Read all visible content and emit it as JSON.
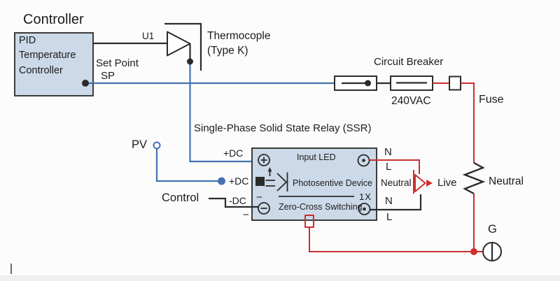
{
  "colors": {
    "background": "#fcfcfc",
    "bottom_strip": "#efeef0",
    "wire_blue": "#4273b0",
    "wire_red": "#cc2f2f",
    "wire_black": "#2b2b2b",
    "component_fill": "#ccd9e8",
    "box_border": "#3c3c3c",
    "text": "#1c1c1c"
  },
  "controller": {
    "title": "Controller",
    "line1": "PID",
    "line2": "Temperature",
    "line3": "Controller",
    "set_point": "Set Point",
    "sp": "SP",
    "u1": "U1"
  },
  "thermocouple": {
    "name": "Thermocople",
    "type": "(Type K)"
  },
  "mains": {
    "circuit_breaker": "Circuit Breaker",
    "voltage": "240VAC",
    "fuse": "Fuse",
    "neutral": "Neutral",
    "ground": "G"
  },
  "ssr": {
    "title": "Single-Phase Solid State Relay (SSR)",
    "input_led": "Input LED",
    "photosensitive": "Photosentive Device",
    "zero_cross": "Zero-Cross Switching",
    "one_x": "1X",
    "plus_dc": "+DC",
    "minus_dc": "-DC",
    "minus_sign": "−"
  },
  "inputs": {
    "pv": "PV",
    "control": "Control"
  },
  "output": {
    "n": "N",
    "l": "L",
    "neutral": "Neutral",
    "live": "Live"
  },
  "icons": {
    "plus_terminal": "circle-plus",
    "minus_terminal": "circle-minus",
    "led_terminal": "circle-dot",
    "ground_terminal": "circle-vertical-bar",
    "thermocouple_buffer": "triangle-right",
    "live_indicator": "red-triangle-arrow",
    "resistor": "zigzag",
    "fuse": "small-square"
  }
}
